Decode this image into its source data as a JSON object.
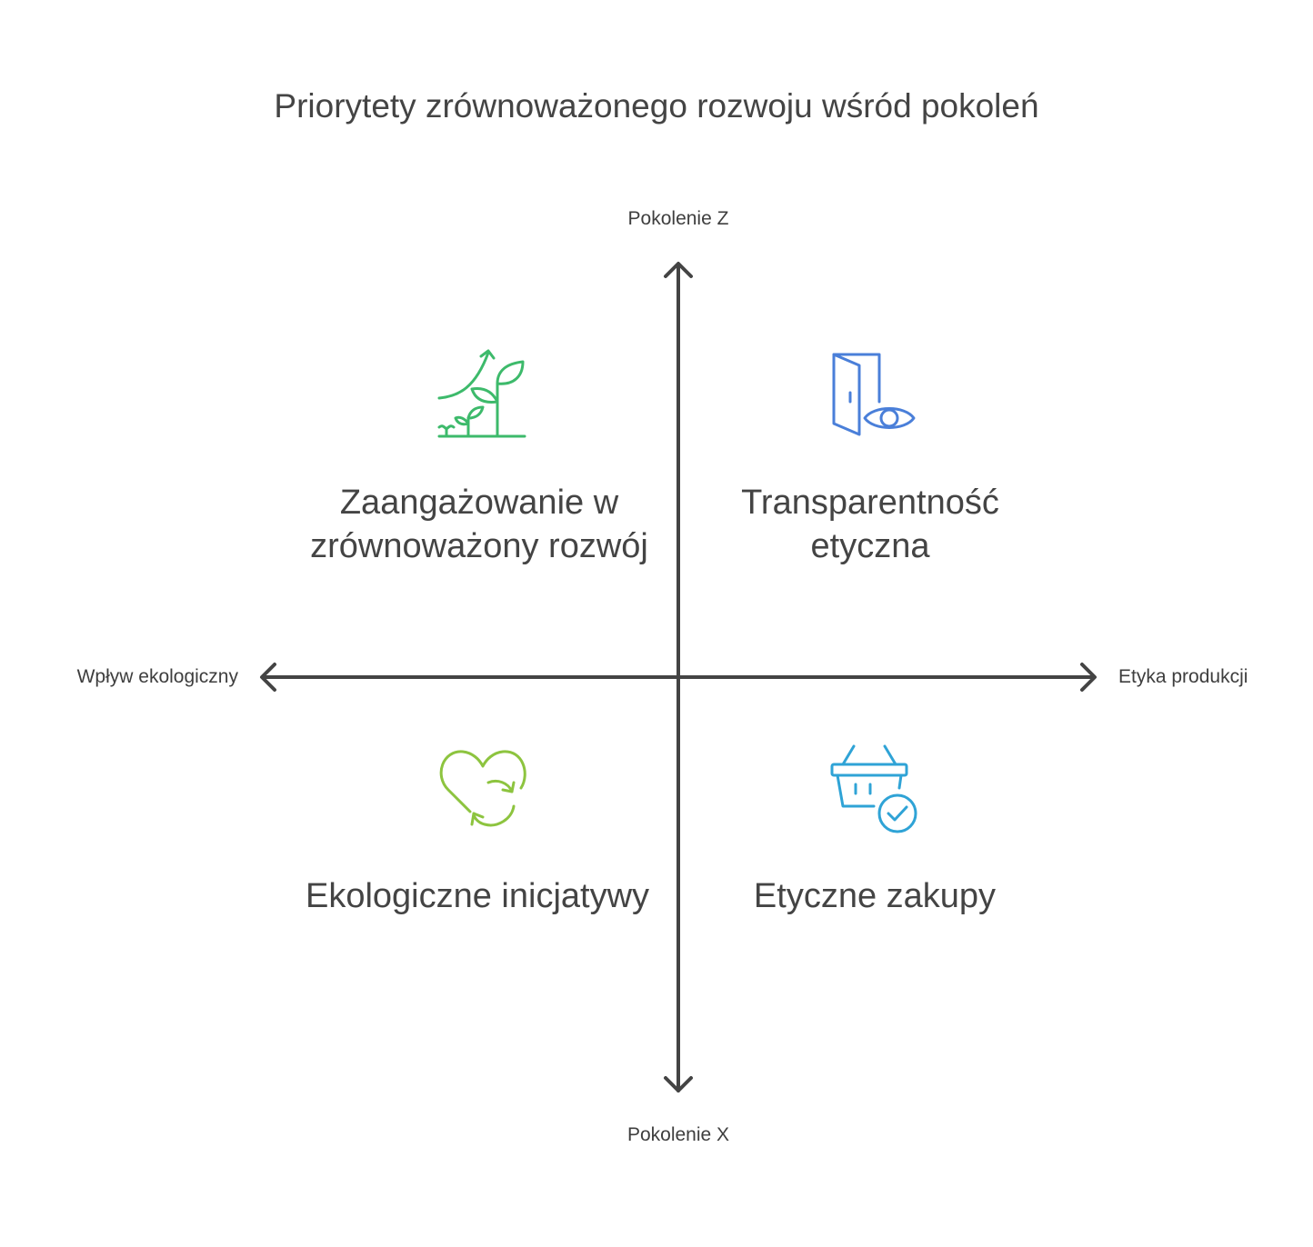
{
  "title": "Priorytety zrównoważonego rozwoju wśród pokoleń",
  "axes": {
    "top": "Pokolenie Z",
    "bottom": "Pokolenie X",
    "left": "Wpływ ekologiczny",
    "right": "Etyka produkcji"
  },
  "quadrants": {
    "top_left": {
      "label": "Zaangażowanie w zrównoważony rozwój",
      "icon": "growing-plant-icon",
      "color": "#3dba6b"
    },
    "top_right": {
      "label": "Transparentność etyczna",
      "icon": "door-eye-icon",
      "color": "#4a7fd9"
    },
    "bottom_left": {
      "label": "Ekologiczne inicjatywy",
      "icon": "heart-recycle-icon",
      "color": "#8dc43f"
    },
    "bottom_right": {
      "label": "Etyczne zakupy",
      "icon": "basket-check-icon",
      "color": "#2fa3d6"
    }
  },
  "colors": {
    "axis": "#444444",
    "text": "#444444"
  }
}
